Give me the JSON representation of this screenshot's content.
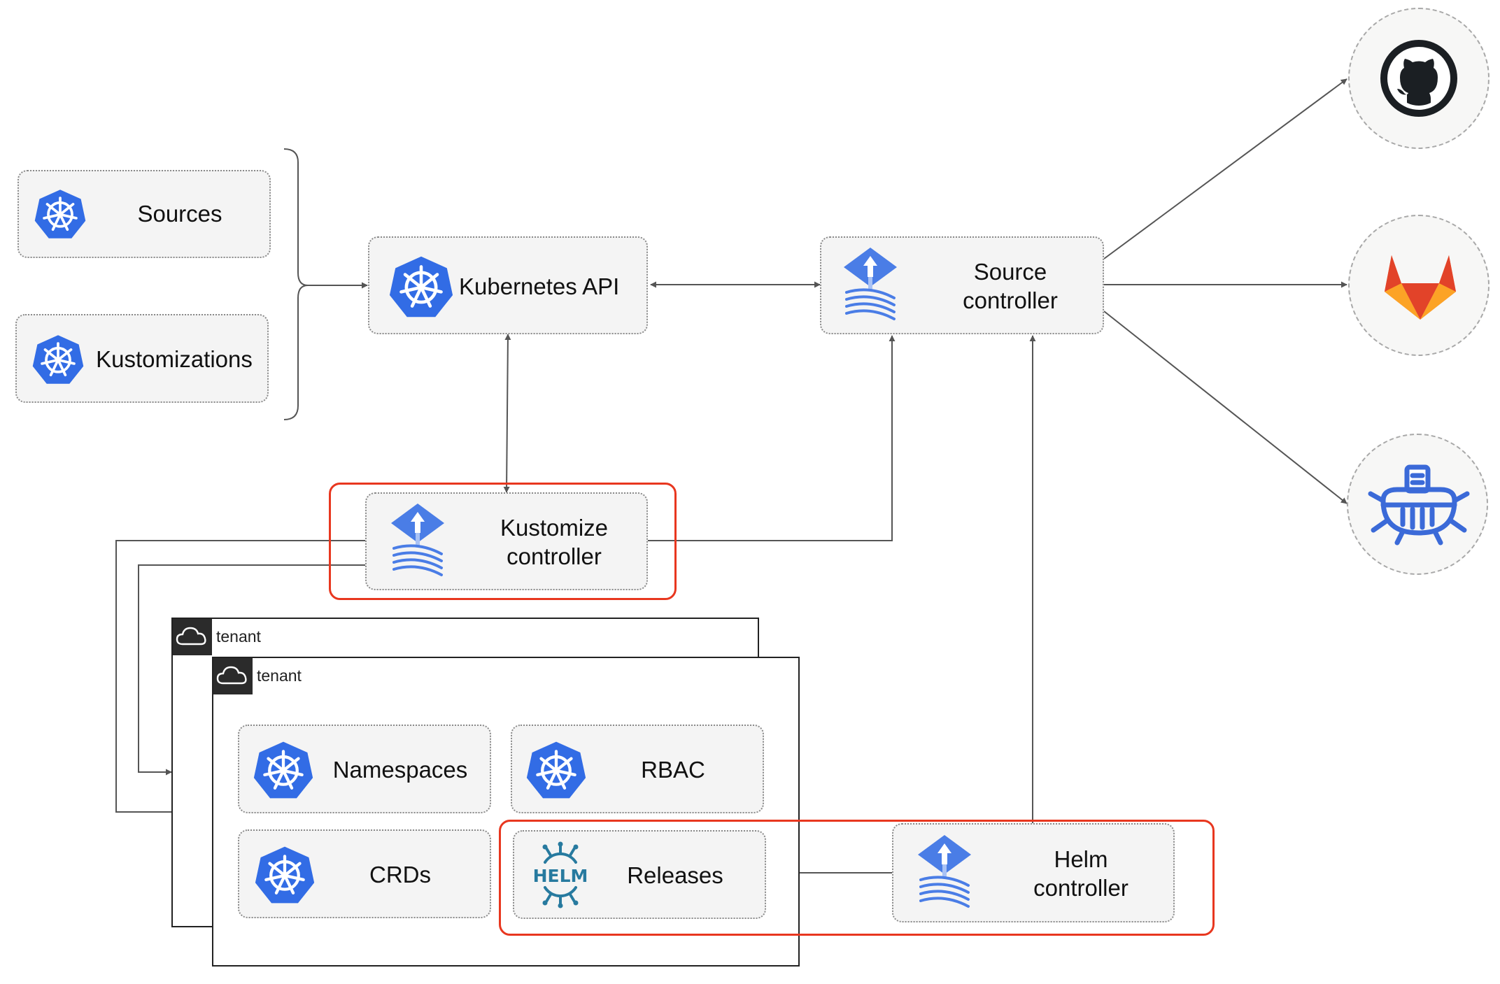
{
  "colors": {
    "k8s_blue": "#326ce5",
    "flux_blue": "#4a7de6",
    "highlight_red": "#e8371f",
    "helm_blue": "#277a9f",
    "github_dark": "#1b1f23",
    "gitlab_orange": "#e24329",
    "bucket_blue": "#3b6ad8",
    "arrow_gray": "#555555"
  },
  "left_resources": [
    {
      "label": "Sources",
      "icon": "kubernetes-icon"
    },
    {
      "label": "Kustomizations",
      "icon": "kubernetes-icon"
    }
  ],
  "kubernetes_api": {
    "label": "Kubernetes API",
    "icon": "kubernetes-icon"
  },
  "source_controller": {
    "label": "Source\ncontroller",
    "icon": "flux-icon"
  },
  "kustomize_controller": {
    "label": "Kustomize\ncontroller",
    "icon": "flux-icon"
  },
  "helm_controller": {
    "label": "Helm\ncontroller",
    "icon": "flux-icon"
  },
  "tenants": [
    {
      "label": "tenant",
      "icon": "cloud-icon"
    },
    {
      "label": "tenant",
      "icon": "cloud-icon"
    }
  ],
  "tenant_resources": [
    {
      "label": "Namespaces",
      "icon": "kubernetes-icon"
    },
    {
      "label": "RBAC",
      "icon": "kubernetes-icon"
    },
    {
      "label": "CRDs",
      "icon": "kubernetes-icon"
    },
    {
      "label": "Releases",
      "icon": "helm-icon",
      "icon_text": "HELM"
    }
  ],
  "external_sources": [
    {
      "icon": "github-icon"
    },
    {
      "icon": "gitlab-icon"
    },
    {
      "icon": "bucket-icon"
    }
  ]
}
